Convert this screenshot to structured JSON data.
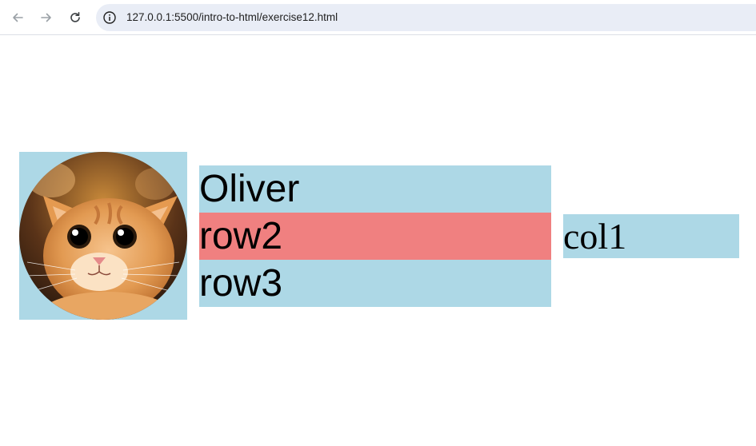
{
  "browser": {
    "url": "127.0.0.1:5500/intro-to-html/exercise12.html",
    "icons": {
      "back": "arrow-left-icon",
      "forward": "arrow-right-icon",
      "reload": "reload-icon",
      "site_info": "info-icon"
    }
  },
  "page": {
    "avatar": "cat-photo",
    "rows": [
      "Oliver",
      "row2",
      "row3"
    ],
    "column_cell": "col1"
  },
  "colors": {
    "light_blue": "#add8e6",
    "light_coral": "#f08080"
  }
}
